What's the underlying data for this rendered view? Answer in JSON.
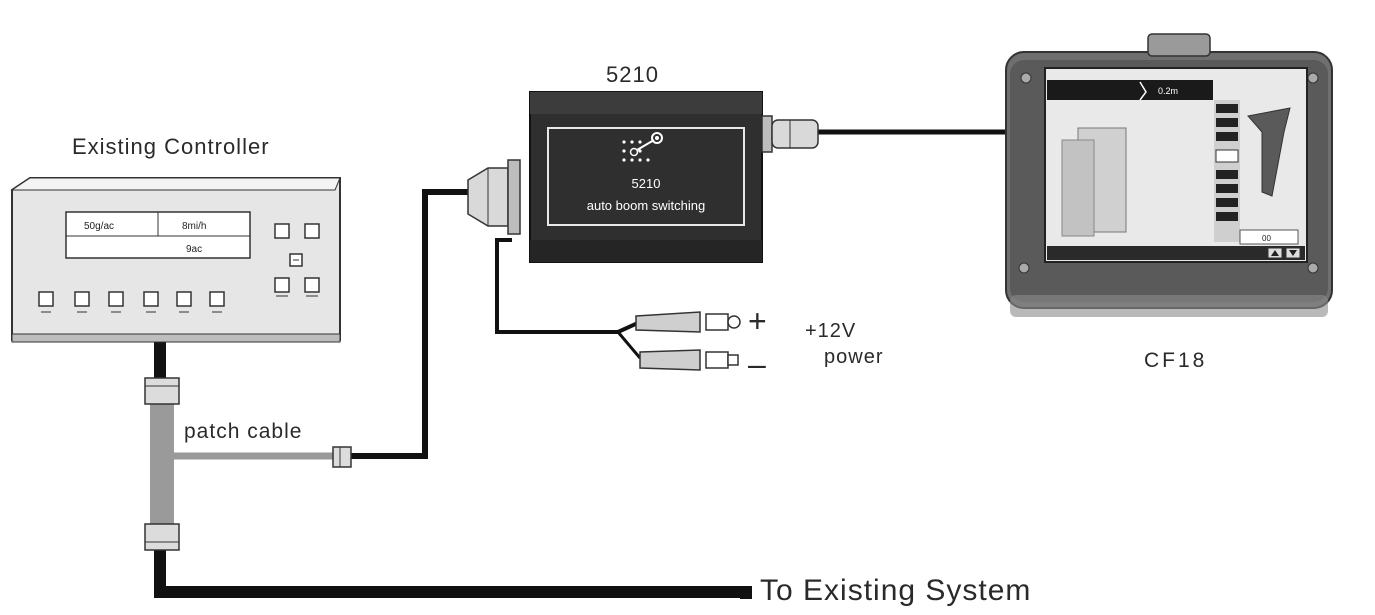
{
  "labels": {
    "existing_controller": "Existing Controller",
    "module_title": "5210",
    "module_panel_line1": "5210",
    "module_panel_line2": "auto boom switching",
    "patch_cable": "patch cable",
    "plus_sign": "+",
    "minus_sign": "–",
    "voltage": "+12V",
    "power": "power",
    "tablet": "CF18",
    "to_existing_system": "To Existing System"
  },
  "controller_display": {
    "rate": "50g/ac",
    "speed": "8mi/h",
    "area": "9ac"
  },
  "tablet_screen": {
    "distance": "0.2m",
    "value": "00"
  },
  "colors": {
    "cable": "#111111",
    "patch_cable": "#9a9a9a",
    "module_body": "#2f2f2f",
    "controller_body": "#e6e6e6"
  }
}
